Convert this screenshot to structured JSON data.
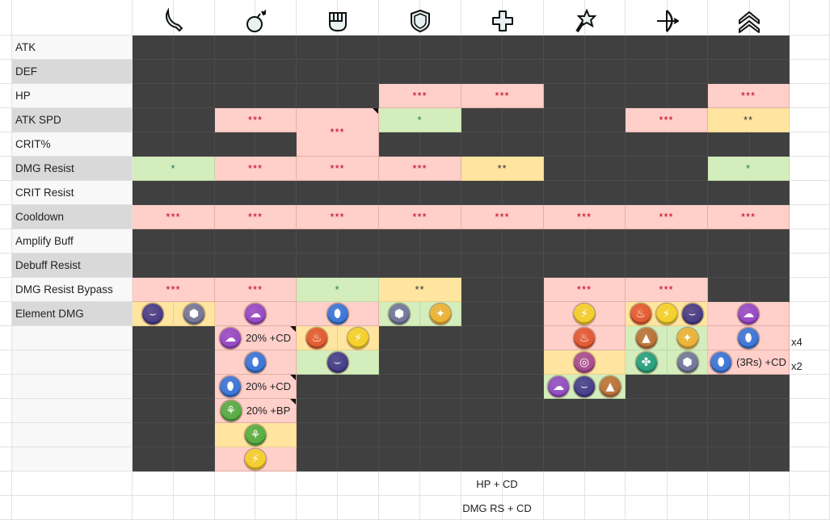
{
  "header_icons": [
    "sword-icon",
    "bomb-icon",
    "fist-icon",
    "shield-icon",
    "cross-icon",
    "star-wand-icon",
    "crossbow-icon",
    "double-chevron-icon"
  ],
  "row_labels": [
    "ATK",
    "DEF",
    "HP",
    "ATK SPD",
    "CRIT%",
    "DMG Resist",
    "CRIT Resist",
    "Cooldown",
    "Amplify Buff",
    "Debuff Resist",
    "DMG Resist Bypass",
    "Element DMG"
  ],
  "colors": {
    "pink": "#ffcfc9",
    "green": "#d4edbc",
    "yellow": "#ffe5a0",
    "dark": "#404040",
    "label_shade": "#d9d9d9"
  },
  "element_colors": {
    "dark": "#3a2f86",
    "metal": "#6a6e98",
    "psychic": "#8e3fc4",
    "water": "#2b6fd8",
    "light": "#eeae2c",
    "lightning": "#f3cf1f",
    "fire": "#df4f27",
    "earth": "#b8692e",
    "spiral": "#a0418f",
    "wind": "#1b9a78",
    "plant": "#4aa83a"
  },
  "cells": [
    {
      "row": 2,
      "col": 3,
      "color": "pink",
      "stars": "***"
    },
    {
      "row": 2,
      "col": 4,
      "color": "pink",
      "stars": "***"
    },
    {
      "row": 2,
      "col": 7,
      "color": "pink",
      "stars": "***"
    },
    {
      "row": 3,
      "col": 1,
      "color": "pink",
      "stars": "***"
    },
    {
      "row": 3,
      "col": 2,
      "rowspan": 2,
      "color": "pink",
      "stars": "***",
      "note": true
    },
    {
      "row": 3,
      "col": 3,
      "color": "green",
      "stars": "*"
    },
    {
      "row": 3,
      "col": 6,
      "color": "pink",
      "stars": "***"
    },
    {
      "row": 3,
      "col": 7,
      "color": "yellow",
      "stars": "**"
    },
    {
      "row": 5,
      "col": 0,
      "color": "green",
      "stars": "*"
    },
    {
      "row": 5,
      "col": 1,
      "color": "pink",
      "stars": "***"
    },
    {
      "row": 5,
      "col": 2,
      "color": "pink",
      "stars": "***"
    },
    {
      "row": 5,
      "col": 3,
      "color": "pink",
      "stars": "***"
    },
    {
      "row": 5,
      "col": 4,
      "color": "yellow",
      "stars": "**"
    },
    {
      "row": 5,
      "col": 7,
      "color": "green",
      "stars": "*"
    },
    {
      "row": 7,
      "col": 0,
      "color": "pink",
      "stars": "***"
    },
    {
      "row": 7,
      "col": 1,
      "color": "pink",
      "stars": "***"
    },
    {
      "row": 7,
      "col": 2,
      "color": "pink",
      "stars": "***"
    },
    {
      "row": 7,
      "col": 3,
      "color": "pink",
      "stars": "***"
    },
    {
      "row": 7,
      "col": 4,
      "color": "pink",
      "stars": "***"
    },
    {
      "row": 7,
      "col": 5,
      "color": "pink",
      "stars": "***"
    },
    {
      "row": 7,
      "col": 6,
      "color": "pink",
      "stars": "***"
    },
    {
      "row": 7,
      "col": 7,
      "color": "pink",
      "stars": "***"
    },
    {
      "row": 10,
      "col": 0,
      "color": "pink",
      "stars": "***"
    },
    {
      "row": 10,
      "col": 1,
      "color": "pink",
      "stars": "***"
    },
    {
      "row": 10,
      "col": 2,
      "color": "green",
      "stars": "*"
    },
    {
      "row": 10,
      "col": 3,
      "color": "yellow",
      "stars": "**"
    },
    {
      "row": 10,
      "col": 5,
      "color": "pink",
      "stars": "***"
    },
    {
      "row": 10,
      "col": 6,
      "color": "pink",
      "stars": "***"
    },
    {
      "row": 11,
      "col": 0,
      "sub": 0,
      "color": "yellow",
      "elements": [
        "dark"
      ]
    },
    {
      "row": 11,
      "col": 0,
      "sub": 1,
      "color": "yellow",
      "elements": [
        "metal"
      ]
    },
    {
      "row": 11,
      "col": 1,
      "color": "pink",
      "elements": [
        "psychic"
      ]
    },
    {
      "row": 11,
      "col": 2,
      "color": "pink",
      "elements": [
        "water"
      ]
    },
    {
      "row": 11,
      "col": 3,
      "sub": 0,
      "color": "green",
      "elements": [
        "metal"
      ]
    },
    {
      "row": 11,
      "col": 3,
      "sub": 1,
      "color": "green",
      "elements": [
        "light"
      ]
    },
    {
      "row": 11,
      "col": 5,
      "color": "pink",
      "elements": [
        "lightning"
      ]
    },
    {
      "row": 11,
      "col": 6,
      "color": "yellow",
      "elements": [
        "fire",
        "lightning",
        "dark"
      ]
    },
    {
      "row": 11,
      "col": 7,
      "color": "pink",
      "elements": [
        "psychic"
      ]
    },
    {
      "row": 12,
      "col": 1,
      "color": "pink",
      "elements": [
        "psychic"
      ],
      "text": "20% +CD",
      "note": true
    },
    {
      "row": 12,
      "col": 2,
      "sub": 0,
      "color": "yellow",
      "elements": [
        "fire"
      ]
    },
    {
      "row": 12,
      "col": 2,
      "sub": 1,
      "color": "yellow",
      "elements": [
        "lightning"
      ]
    },
    {
      "row": 12,
      "col": 5,
      "color": "pink",
      "elements": [
        "fire"
      ]
    },
    {
      "row": 12,
      "col": 6,
      "sub": 0,
      "color": "green",
      "elements": [
        "earth"
      ]
    },
    {
      "row": 12,
      "col": 6,
      "sub": 1,
      "color": "green",
      "elements": [
        "light"
      ]
    },
    {
      "row": 12,
      "col": 7,
      "color": "pink",
      "elements": [
        "water"
      ]
    },
    {
      "row": 13,
      "col": 1,
      "color": "pink",
      "elements": [
        "water"
      ]
    },
    {
      "row": 13,
      "col": 2,
      "color": "green",
      "elements": [
        "dark"
      ]
    },
    {
      "row": 13,
      "col": 5,
      "color": "yellow",
      "elements": [
        "spiral"
      ]
    },
    {
      "row": 13,
      "col": 6,
      "sub": 0,
      "color": "green",
      "elements": [
        "wind"
      ]
    },
    {
      "row": 13,
      "col": 6,
      "sub": 1,
      "color": "green",
      "elements": [
        "metal"
      ]
    },
    {
      "row": 13,
      "col": 7,
      "color": "pink",
      "elements": [
        "water"
      ],
      "text": "(3Rs) +CD"
    },
    {
      "row": 14,
      "col": 1,
      "color": "pink",
      "elements": [
        "water"
      ],
      "text": "20% +CD",
      "note": true
    },
    {
      "row": 14,
      "col": 5,
      "color": "green",
      "elements": [
        "psychic",
        "dark",
        "earth"
      ]
    },
    {
      "row": 15,
      "col": 1,
      "color": "pink",
      "elements": [
        "plant"
      ],
      "text": "20% +BP",
      "note": true
    },
    {
      "row": 16,
      "col": 1,
      "color": "yellow",
      "elements": [
        "plant"
      ]
    },
    {
      "row": 17,
      "col": 1,
      "color": "pink",
      "elements": [
        "lightning"
      ]
    }
  ],
  "side_notes": [
    {
      "row": 12,
      "text": "x4"
    },
    {
      "row": 13,
      "text": "x2"
    }
  ],
  "footer_notes": [
    {
      "row": 18,
      "text": "HP + CD"
    },
    {
      "row": 19,
      "text": "DMG RS + CD"
    }
  ]
}
